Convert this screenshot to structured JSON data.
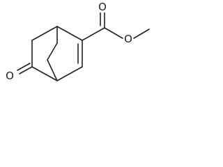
{
  "molecule": {
    "atoms": {
      "carbonyl_oxygen": "O",
      "ester_oxygen": "O",
      "ketone_oxygen": "O"
    }
  }
}
